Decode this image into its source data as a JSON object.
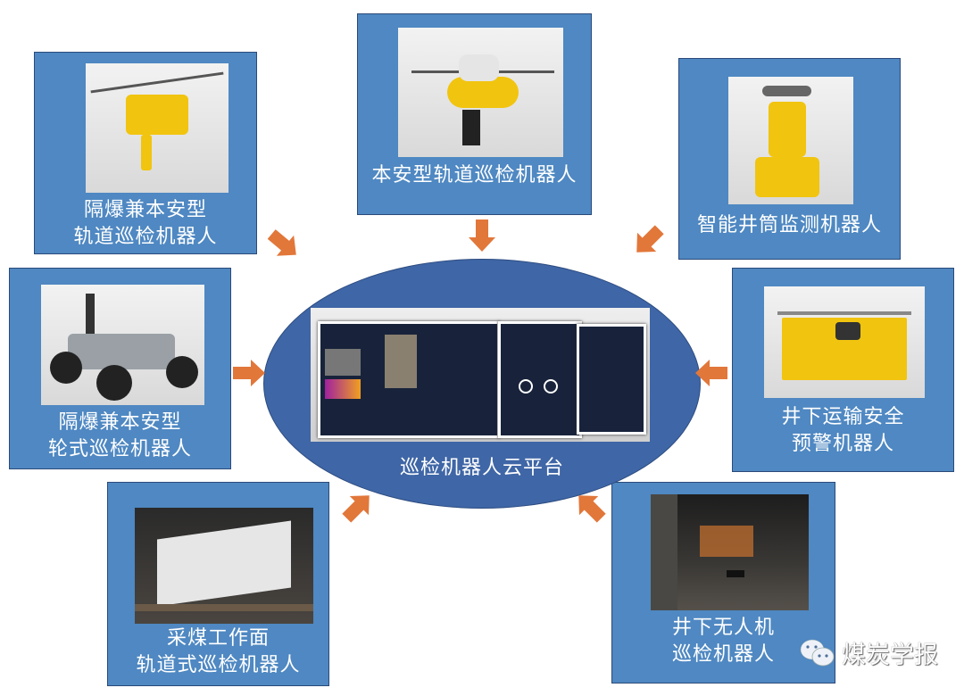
{
  "center": {
    "label": "巡检机器人云平台"
  },
  "robots": [
    {
      "line1": "隔爆兼本安型",
      "line2": "轨道巡检机器人"
    },
    {
      "line1": "本安型轨道巡检机器人"
    },
    {
      "line1": "智能井筒监测机器人"
    },
    {
      "line1": "隔爆兼本安型",
      "line2": "轮式巡检机器人"
    },
    {
      "line1": "井下运输安全",
      "line2": "预警机器人"
    },
    {
      "line1": "采煤工作面",
      "line2": "轨道式巡检机器人"
    },
    {
      "line1": "井下无人机",
      "line2": "巡检机器人"
    }
  ],
  "watermark": {
    "text": "煤炭学报",
    "icon": "wechat-icon"
  },
  "colors": {
    "box": "#4f88c2",
    "ellipse": "#3f66a6",
    "arrow": "#e2773a"
  }
}
